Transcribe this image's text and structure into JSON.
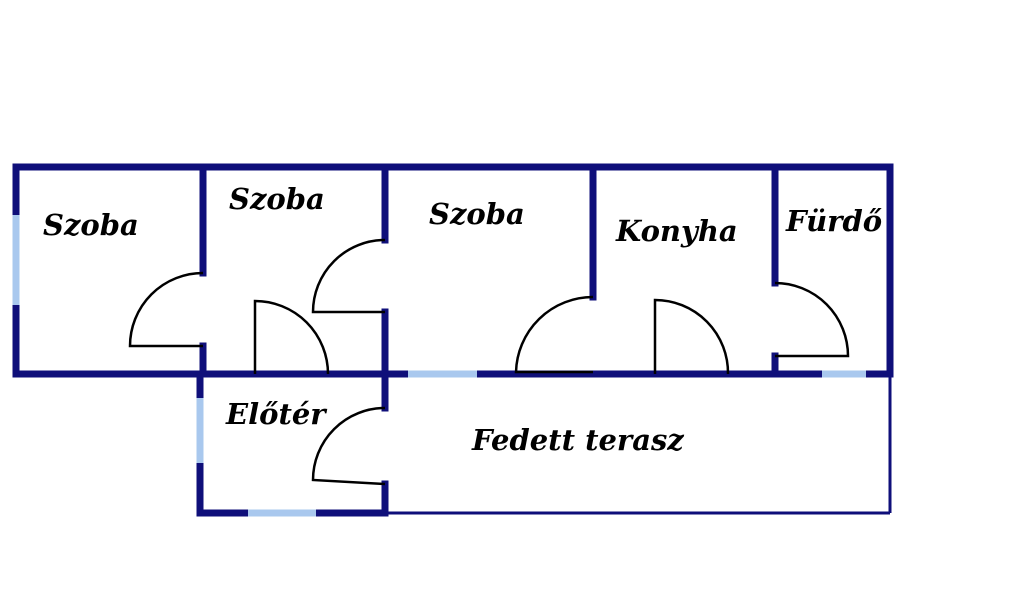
{
  "rooms": {
    "room1": "Szoba",
    "room2": "Szoba",
    "room3": "Szoba",
    "kitchen": "Konyha",
    "bathroom": "Fürdő",
    "hall": "Előtér",
    "terrace": "Fedett terasz"
  },
  "colors": {
    "wall": "#0f0f7a",
    "window": "#a9c8ee",
    "door": "#000000",
    "background": "#ffffff"
  }
}
